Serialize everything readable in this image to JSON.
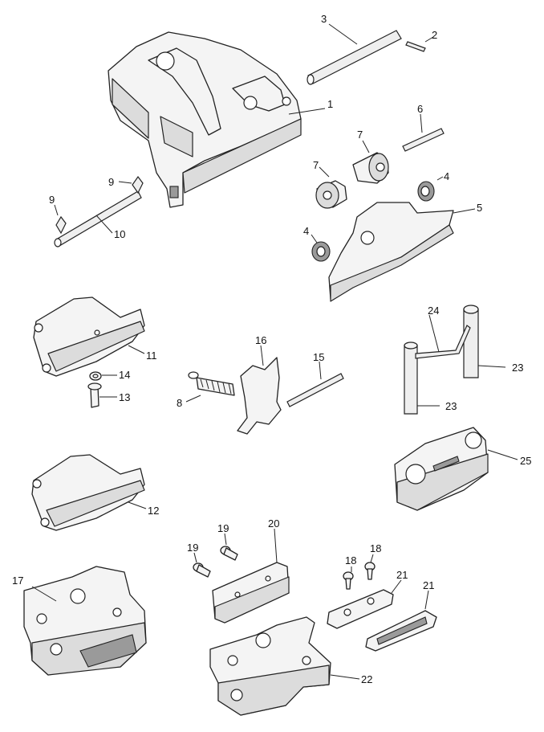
{
  "diagram": {
    "callouts": [
      {
        "id": "c1",
        "text": "1"
      },
      {
        "id": "c2",
        "text": "2"
      },
      {
        "id": "c3",
        "text": "3"
      },
      {
        "id": "c4a",
        "text": "4"
      },
      {
        "id": "c4b",
        "text": "4"
      },
      {
        "id": "c5",
        "text": "5"
      },
      {
        "id": "c6",
        "text": "6"
      },
      {
        "id": "c7a",
        "text": "7"
      },
      {
        "id": "c7b",
        "text": "7"
      },
      {
        "id": "c8",
        "text": "8"
      },
      {
        "id": "c9a",
        "text": "9"
      },
      {
        "id": "c9b",
        "text": "9"
      },
      {
        "id": "c10",
        "text": "10"
      },
      {
        "id": "c11",
        "text": "11"
      },
      {
        "id": "c12",
        "text": "12"
      },
      {
        "id": "c13",
        "text": "13"
      },
      {
        "id": "c14",
        "text": "14"
      },
      {
        "id": "c15",
        "text": "15"
      },
      {
        "id": "c16",
        "text": "16"
      },
      {
        "id": "c17",
        "text": "17"
      },
      {
        "id": "c18a",
        "text": "18"
      },
      {
        "id": "c18b",
        "text": "18"
      },
      {
        "id": "c19a",
        "text": "19"
      },
      {
        "id": "c19b",
        "text": "19"
      },
      {
        "id": "c20",
        "text": "20"
      },
      {
        "id": "c21a",
        "text": "21"
      },
      {
        "id": "c21b",
        "text": "21"
      },
      {
        "id": "c22",
        "text": "22"
      },
      {
        "id": "c23a",
        "text": "23"
      },
      {
        "id": "c23b",
        "text": "23"
      },
      {
        "id": "c24",
        "text": "24"
      },
      {
        "id": "c25",
        "text": "25"
      }
    ]
  }
}
